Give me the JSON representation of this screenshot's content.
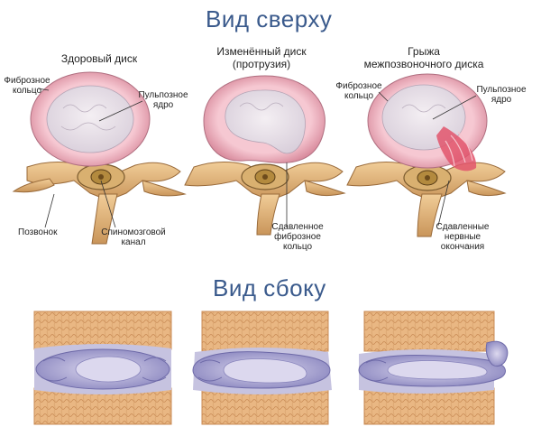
{
  "top_title": "Вид сверху",
  "side_title": "Вид сбоку",
  "panels": [
    {
      "caption_line1": "Здоровый диск",
      "caption_line2": "",
      "labels": {
        "fibrous_line1": "Фиброзное",
        "fibrous_line2": "кольцо",
        "pulposus_line1": "Пульпозное",
        "pulposus_line2": "ядро",
        "vertebra": "Позвонок",
        "canal_line1": "Спиномозговой",
        "canal_line2": "канал"
      }
    },
    {
      "caption_line1": "Изменённый диск",
      "caption_line2": "(протрузия)",
      "labels": {
        "compressed_line1": "Сдавленное",
        "compressed_line2": "фиброзное",
        "compressed_line3": "кольцо"
      }
    },
    {
      "caption_line1": "Грыжа",
      "caption_line2": "межпозвоночного диска",
      "labels": {
        "fibrous_line1": "Фиброзное",
        "fibrous_line2": "кольцо",
        "pulposus_line1": "Пульпозное",
        "pulposus_line2": "ядро",
        "nerve_line1": "Сдавленные",
        "nerve_line2": "нервные",
        "nerve_line3": "окончания"
      }
    }
  ],
  "colors": {
    "title": "#3a5a8c",
    "annulus": "#f2b8c4",
    "nucleus": "#e9e2ea",
    "bone": "#e6bd85",
    "hernia": "#e2556c",
    "side_disc": "#a9a6d0"
  }
}
